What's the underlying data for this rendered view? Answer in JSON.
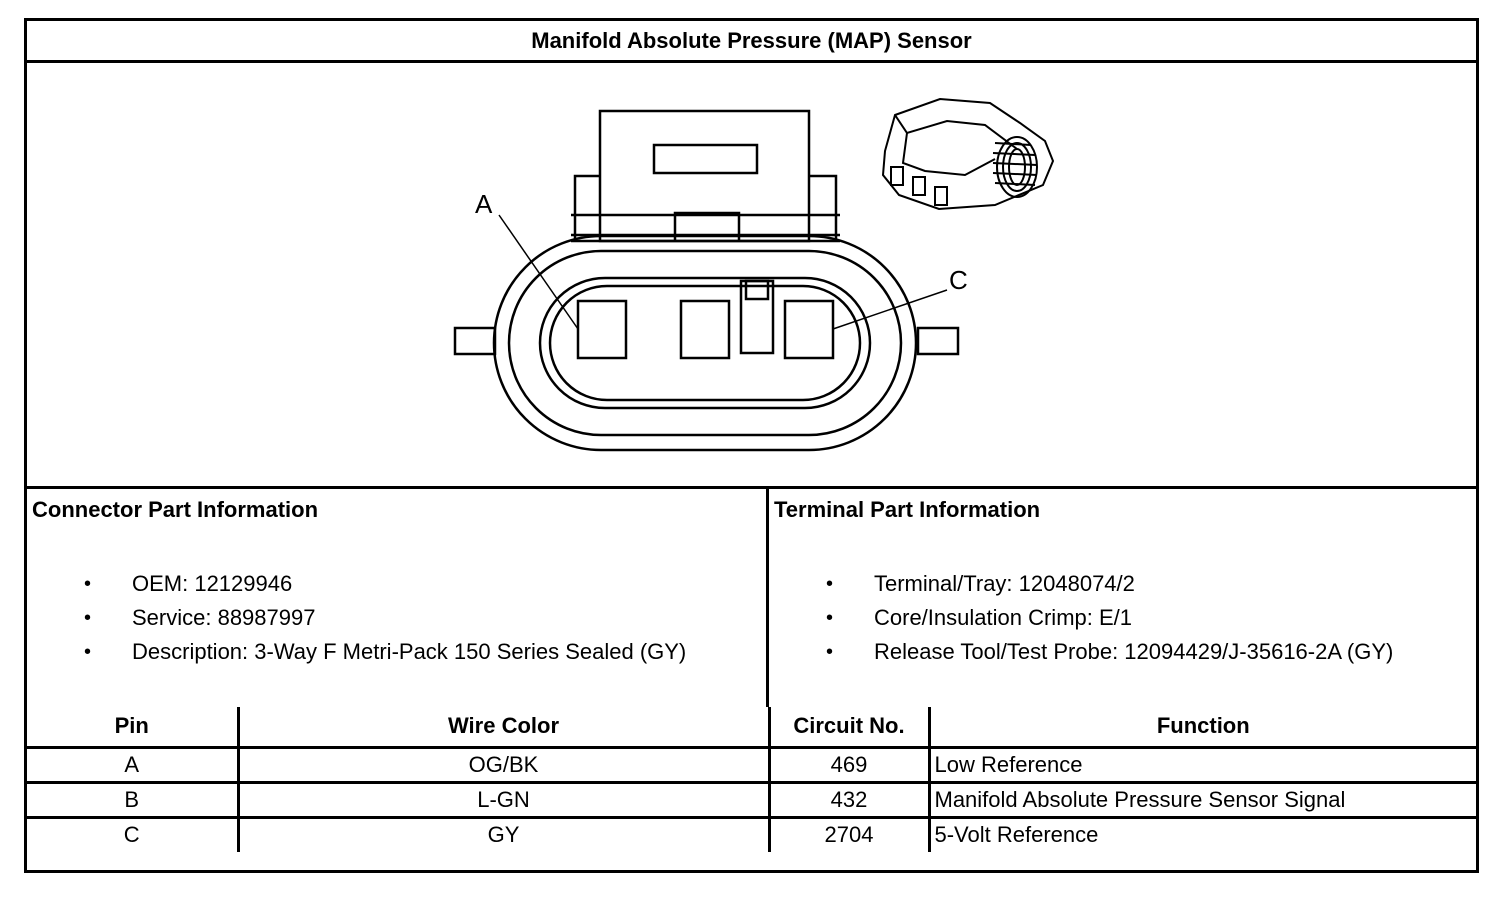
{
  "title": "Manifold Absolute Pressure (MAP) Sensor",
  "figure": {
    "pin_labels": [
      "A",
      "C"
    ]
  },
  "connector": {
    "heading": "Connector Part Information",
    "items": [
      "OEM: 12129946",
      "Service: 88987997",
      "Description: 3-Way F Metri-Pack 150 Series Sealed (GY)"
    ]
  },
  "terminal": {
    "heading": "Terminal Part Information",
    "items": [
      "Terminal/Tray: 12048074/2",
      "Core/Insulation Crimp: E/1",
      "Release Tool/Test Probe: 12094429/J-35616-2A (GY)"
    ]
  },
  "bullet_glyph": "•",
  "table": {
    "headers": [
      "Pin",
      "Wire Color",
      "Circuit No.",
      "Function"
    ],
    "rows": [
      [
        "A",
        "OG/BK",
        "469",
        "Low Reference"
      ],
      [
        "B",
        "L-GN",
        "432",
        "Manifold Absolute Pressure Sensor Signal"
      ],
      [
        "C",
        "GY",
        "2704",
        "5-Volt Reference"
      ]
    ]
  }
}
